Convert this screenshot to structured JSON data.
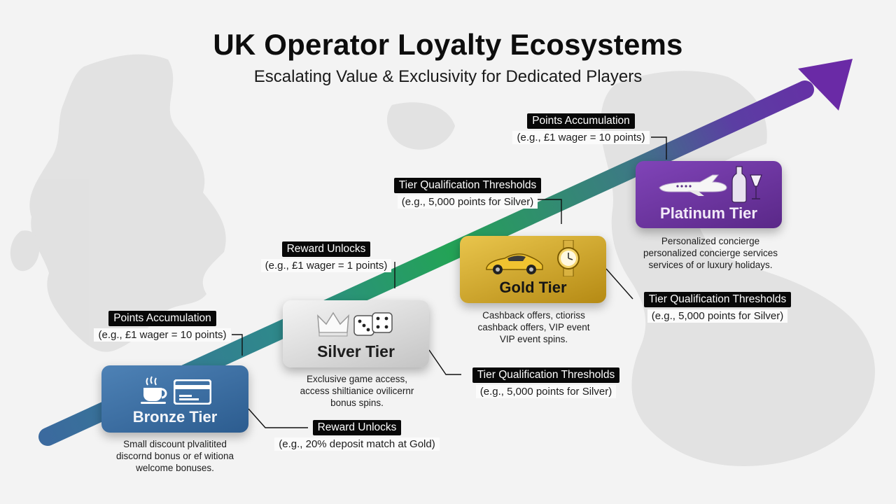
{
  "header": {
    "title": "UK Operator Loyalty Ecosystems",
    "subtitle": "Escalating Value & Exclusivity for Dedicated Players"
  },
  "colors": {
    "bronze": "#3d6fa3",
    "silver": "#d9d9d9",
    "gold": "#d4a72c",
    "platinum": "#6d35a1",
    "arrow_start": "#3b6a9e",
    "arrow_mid": "#23a356",
    "arrow_end": "#6a2aa6",
    "label_bg": "#080808"
  },
  "tiers": [
    {
      "name": "Bronze Tier",
      "icons": [
        "coffee-cup-icon",
        "credit-card-icon"
      ],
      "description": [
        "Small discount plvalitited",
        "discornd bonus or ef witiona",
        "welcome bonuses."
      ]
    },
    {
      "name": "Silver Tier",
      "icons": [
        "crown-icon",
        "dice-icon"
      ],
      "description": [
        "Exclusive game access,",
        "access shiltianice ovilicernr",
        "bonus spins."
      ]
    },
    {
      "name": "Gold Tier",
      "icons": [
        "sports-car-icon",
        "watch-icon"
      ],
      "description": [
        "Cashback offers, ctioriss",
        "cashback offers, VIP event",
        "VIP event spins."
      ]
    },
    {
      "name": "Platinum Tier",
      "icons": [
        "private-jet-icon",
        "champagne-icon"
      ],
      "description": [
        "Personalized concierge",
        "personalized concierge services",
        "services of or luxury holidays."
      ]
    }
  ],
  "labels": [
    {
      "title": "Points Accumulation",
      "detail": "(e.g., £1 wager = 10 points)"
    },
    {
      "title": "Reward Unlocks",
      "detail": "(e.g., £1 wager = 1 points)"
    },
    {
      "title": "Tier Qualification Thresholds",
      "detail": "(e.g., 5,000 points for Silver)"
    },
    {
      "title": "Points Accumulation",
      "detail": "(e.g., £1 wager = 10 points)"
    },
    {
      "title": "Reward Unlocks",
      "detail": "(e.g., 20% deposit match at Gold)"
    },
    {
      "title": "Tier Qualification Thresholds",
      "detail": "(e.g., 5,000 points for Silver)"
    },
    {
      "title": "Tier Qualification Thresholds",
      "detail": "(e.g., 5,000 points for Silver)"
    }
  ]
}
